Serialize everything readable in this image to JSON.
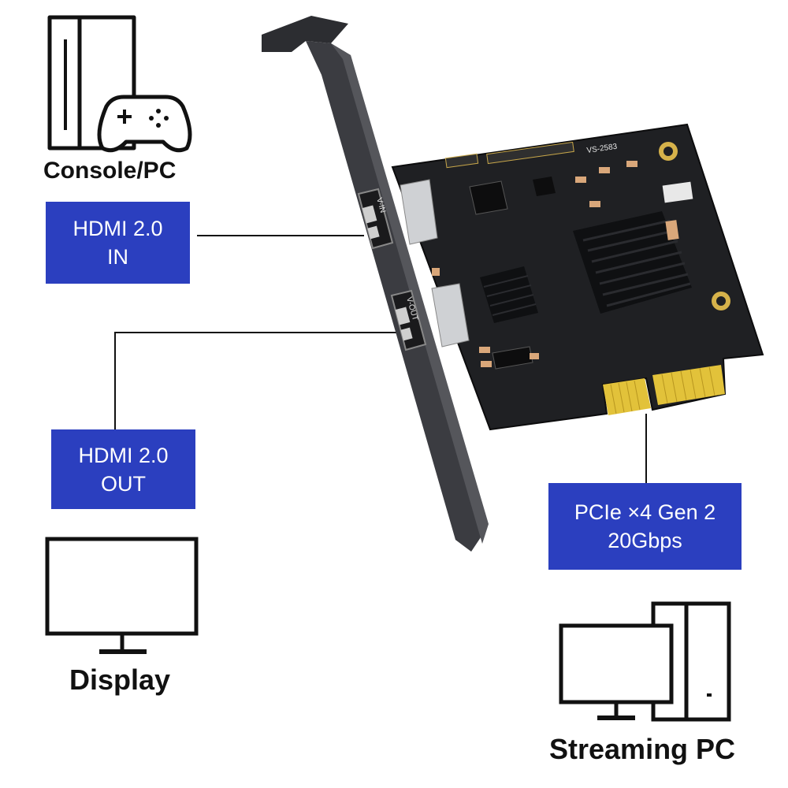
{
  "devices": {
    "source_label": "Console/PC",
    "display_label": "Display",
    "streaming_label": "Streaming PC"
  },
  "ports": {
    "hdmi_in": {
      "line1": "HDMI 2.0",
      "line2": "IN"
    },
    "hdmi_out": {
      "line1": "HDMI 2.0",
      "line2": "OUT"
    },
    "pcie": {
      "line1": "PCIe ×4 Gen 2",
      "line2": "20Gbps"
    }
  },
  "card": {
    "model": "VS-2583",
    "port_in_label": "V-IN",
    "port_out_label": "V-OUT"
  },
  "colors": {
    "label_bg": "#2b3fbf",
    "label_text": "#ffffff",
    "pcb": "#1e1f22",
    "bracket": "#3a3b3f",
    "gold": "#e2c23a"
  }
}
